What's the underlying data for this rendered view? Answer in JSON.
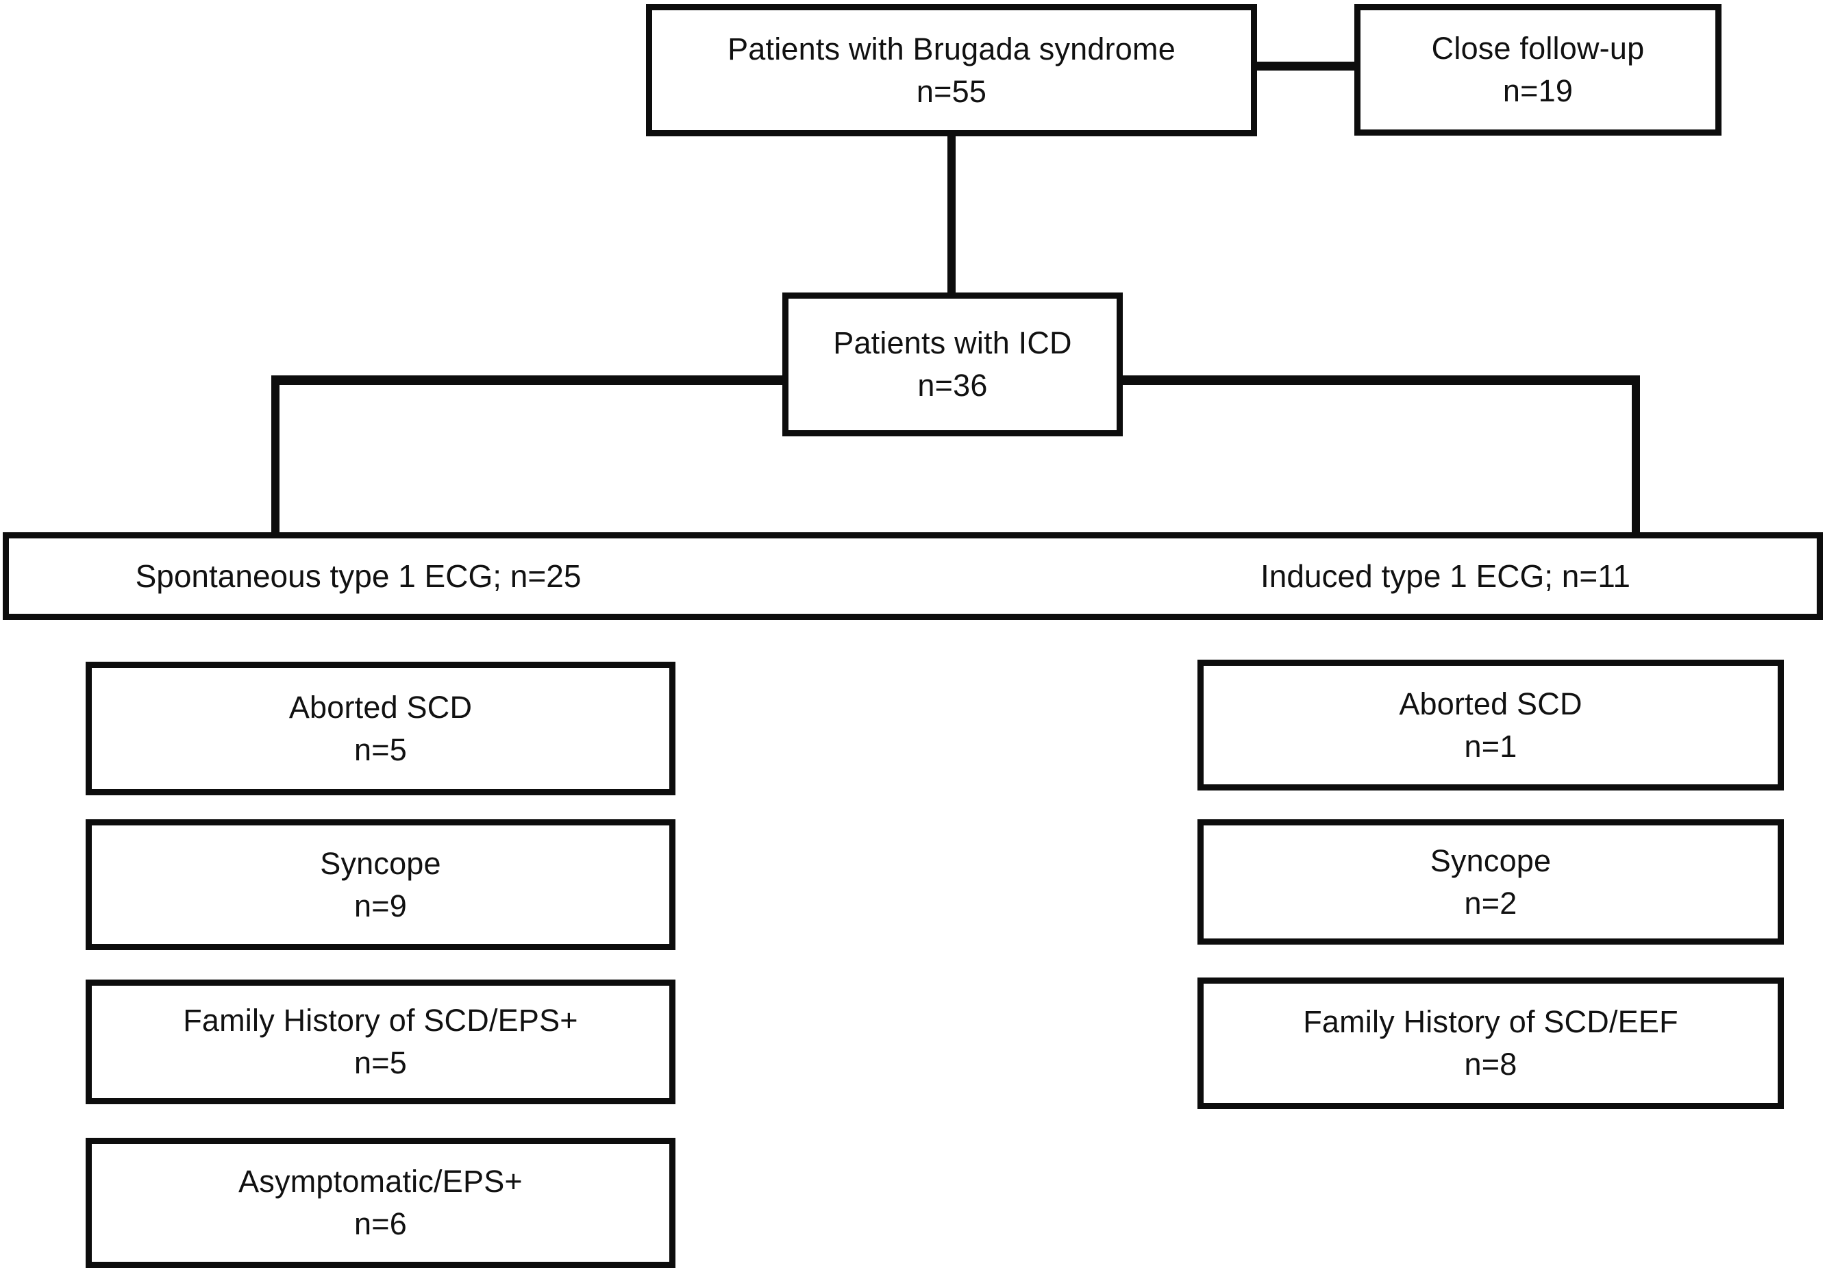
{
  "diagram": {
    "nodes": {
      "brugada": {
        "line1": "Patients with Brugada syndrome",
        "line2": "n=55"
      },
      "close_follow_up": {
        "line1": "Close follow-up",
        "line2": "n=19"
      },
      "icd": {
        "line1": "Patients with ICD",
        "line2": "n=36"
      },
      "ecg_split": {
        "left_label": "Spontaneous type 1 ECG; n=25",
        "right_label": "Induced type 1 ECG; n=11"
      },
      "spontaneous_branch": [
        {
          "line1": "Aborted SCD",
          "line2": "n=5"
        },
        {
          "line1": "Syncope",
          "line2": "n=9"
        },
        {
          "line1": "Family History of SCD/EPS+",
          "line2": "n=5"
        },
        {
          "line1": "Asymptomatic/EPS+",
          "line2": "n=6"
        }
      ],
      "induced_branch": [
        {
          "line1": "Aborted SCD",
          "line2": "n=1"
        },
        {
          "line1": "Syncope",
          "line2": "n=2"
        },
        {
          "line1": "Family History of SCD/EEF",
          "line2": "n=8"
        }
      ]
    },
    "colors": {
      "line": "#0d0d0d",
      "text": "#111111",
      "background": "#ffffff"
    }
  }
}
